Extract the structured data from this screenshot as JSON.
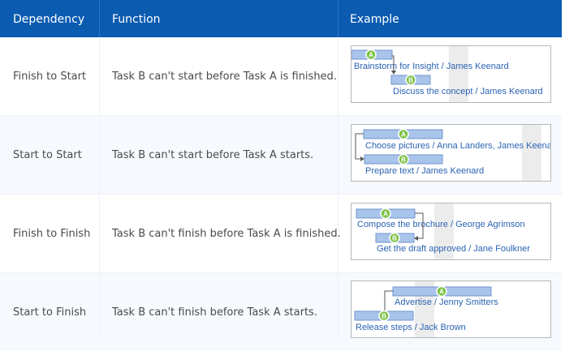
{
  "header": {
    "dependency": "Dependency",
    "function": "Function",
    "example": "Example"
  },
  "rows": [
    {
      "dependency": "Finish to Start",
      "function": "Task B can't start before Task A is finished.",
      "task_a_label": "Brainstorm for Insight / James Keenard",
      "task_b_label": "Discuss the concept / James Keenard"
    },
    {
      "dependency": "Start to Start",
      "function": "Task B can't start before Task A starts.",
      "task_a_label": "Choose pictures / Anna  Landers, James Keenard",
      "task_b_label": "Prepare text / James Keenard"
    },
    {
      "dependency": "Finish to Finish",
      "function": "Task B can't finish before Task A is finished.",
      "task_a_label": "Compose the brochure / George Agrimson",
      "task_b_label": "Get the draft approved / Jane Foulkner"
    },
    {
      "dependency": "Start to Finish",
      "function": "Task B can't finish before Task A starts.",
      "task_a_label": "Advertise / Jenny Smitters",
      "task_b_label": "Release steps / Jack Brown"
    }
  ],
  "badges": {
    "a": "A",
    "b": "B"
  },
  "colors": {
    "header_bg": "#0b5bb1",
    "bar_fill": "#a9c4ea",
    "bar_stroke": "#6f95cf",
    "badge_fill": "#7cc243",
    "label_text": "#2b63b3",
    "arrow": "#555555"
  }
}
